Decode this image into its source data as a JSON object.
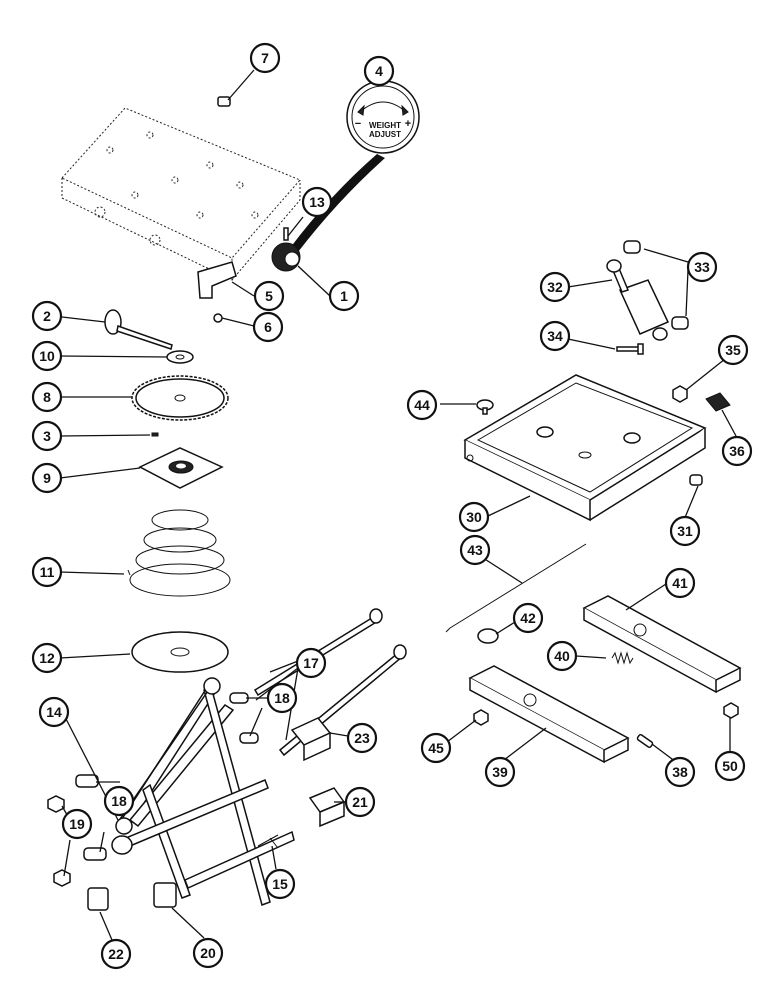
{
  "gauge_label": {
    "line1": "WEIGHT",
    "line2": "ADJUST",
    "minus": "−",
    "plus": "+"
  },
  "callouts": {
    "c1": "1",
    "c2": "2",
    "c3": "3",
    "c4": "4",
    "c5": "5",
    "c6": "6",
    "c7": "7",
    "c8": "8",
    "c9": "9",
    "c10": "10",
    "c11": "11",
    "c12": "12",
    "c13": "13",
    "c14": "14",
    "c15": "15",
    "c17": "17",
    "c18a": "18",
    "c18b": "18",
    "c19": "19",
    "c20": "20",
    "c21": "21",
    "c22": "22",
    "c23": "23",
    "c30": "30",
    "c31": "31",
    "c32": "32",
    "c33": "33",
    "c34": "34",
    "c35": "35",
    "c36": "36",
    "c38": "38",
    "c39": "39",
    "c40": "40",
    "c41": "41",
    "c42": "42",
    "c43": "43",
    "c44": "44",
    "c45": "45",
    "c50": "50"
  },
  "colors": {
    "ink": "#111111",
    "paper": "#ffffff"
  }
}
